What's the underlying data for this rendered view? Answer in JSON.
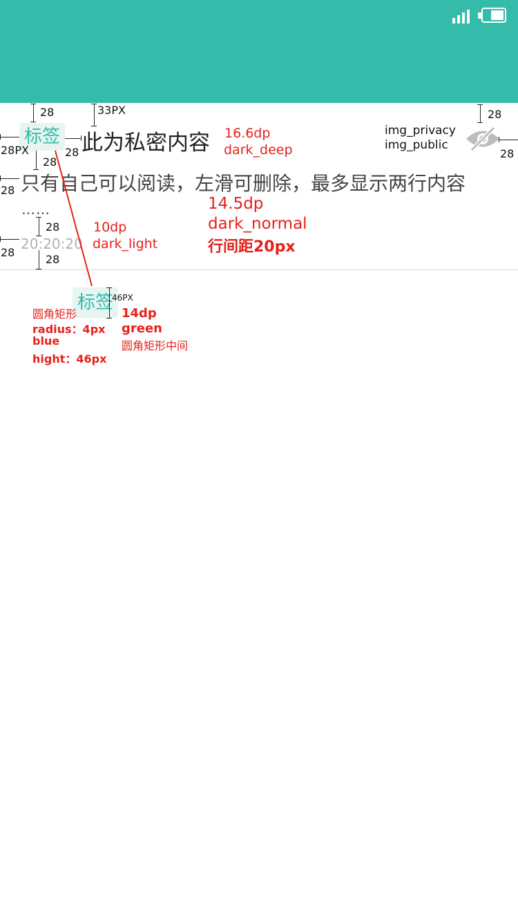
{
  "status_bar": {
    "bg": "#35bba9",
    "signal_icon": "signal-icon",
    "battery_icon": "battery-icon"
  },
  "card": {
    "tag": "标签",
    "title": "此为私密内容",
    "content_line1": "只有自己可以阅读，左滑可删除，最多显示两行内容",
    "ellipsis": "……",
    "time": "20:20:20",
    "privacy_icon": "eye-off-icon"
  },
  "annotations": {
    "top_gap_tag": "28",
    "title_top": "33PX",
    "tag_left": "28PX",
    "tag_title_gap": "28",
    "tag_bottom_gap": "28",
    "title_font": "16.6dp",
    "title_color": "dark_deep",
    "img_privacy": "img_privacy",
    "img_public": "img_public",
    "icon_top": "28",
    "icon_right": "28",
    "content_left": "28",
    "content_font": "14.5dp",
    "content_color": "dark_normal",
    "content_spacing": "行间距20px",
    "time_top_gap": "28",
    "time_left": "28",
    "time_font": "10dp",
    "time_color": "dark_light",
    "time_bottom_gap": "28",
    "tag_demo": "标签",
    "tag_height": "46PX",
    "tag_shape": "圆角矩形",
    "tag_radius": "radius：4px",
    "tag_blue": "blue",
    "tag_hight": "hight：46px",
    "tag_font": "14dp",
    "tag_green": "green",
    "tag_center": "圆角矩形中间"
  },
  "colors": {
    "accent": "#35bba9",
    "annotation_red": "#e8201a",
    "tag_bg": "#e6f5f2"
  }
}
